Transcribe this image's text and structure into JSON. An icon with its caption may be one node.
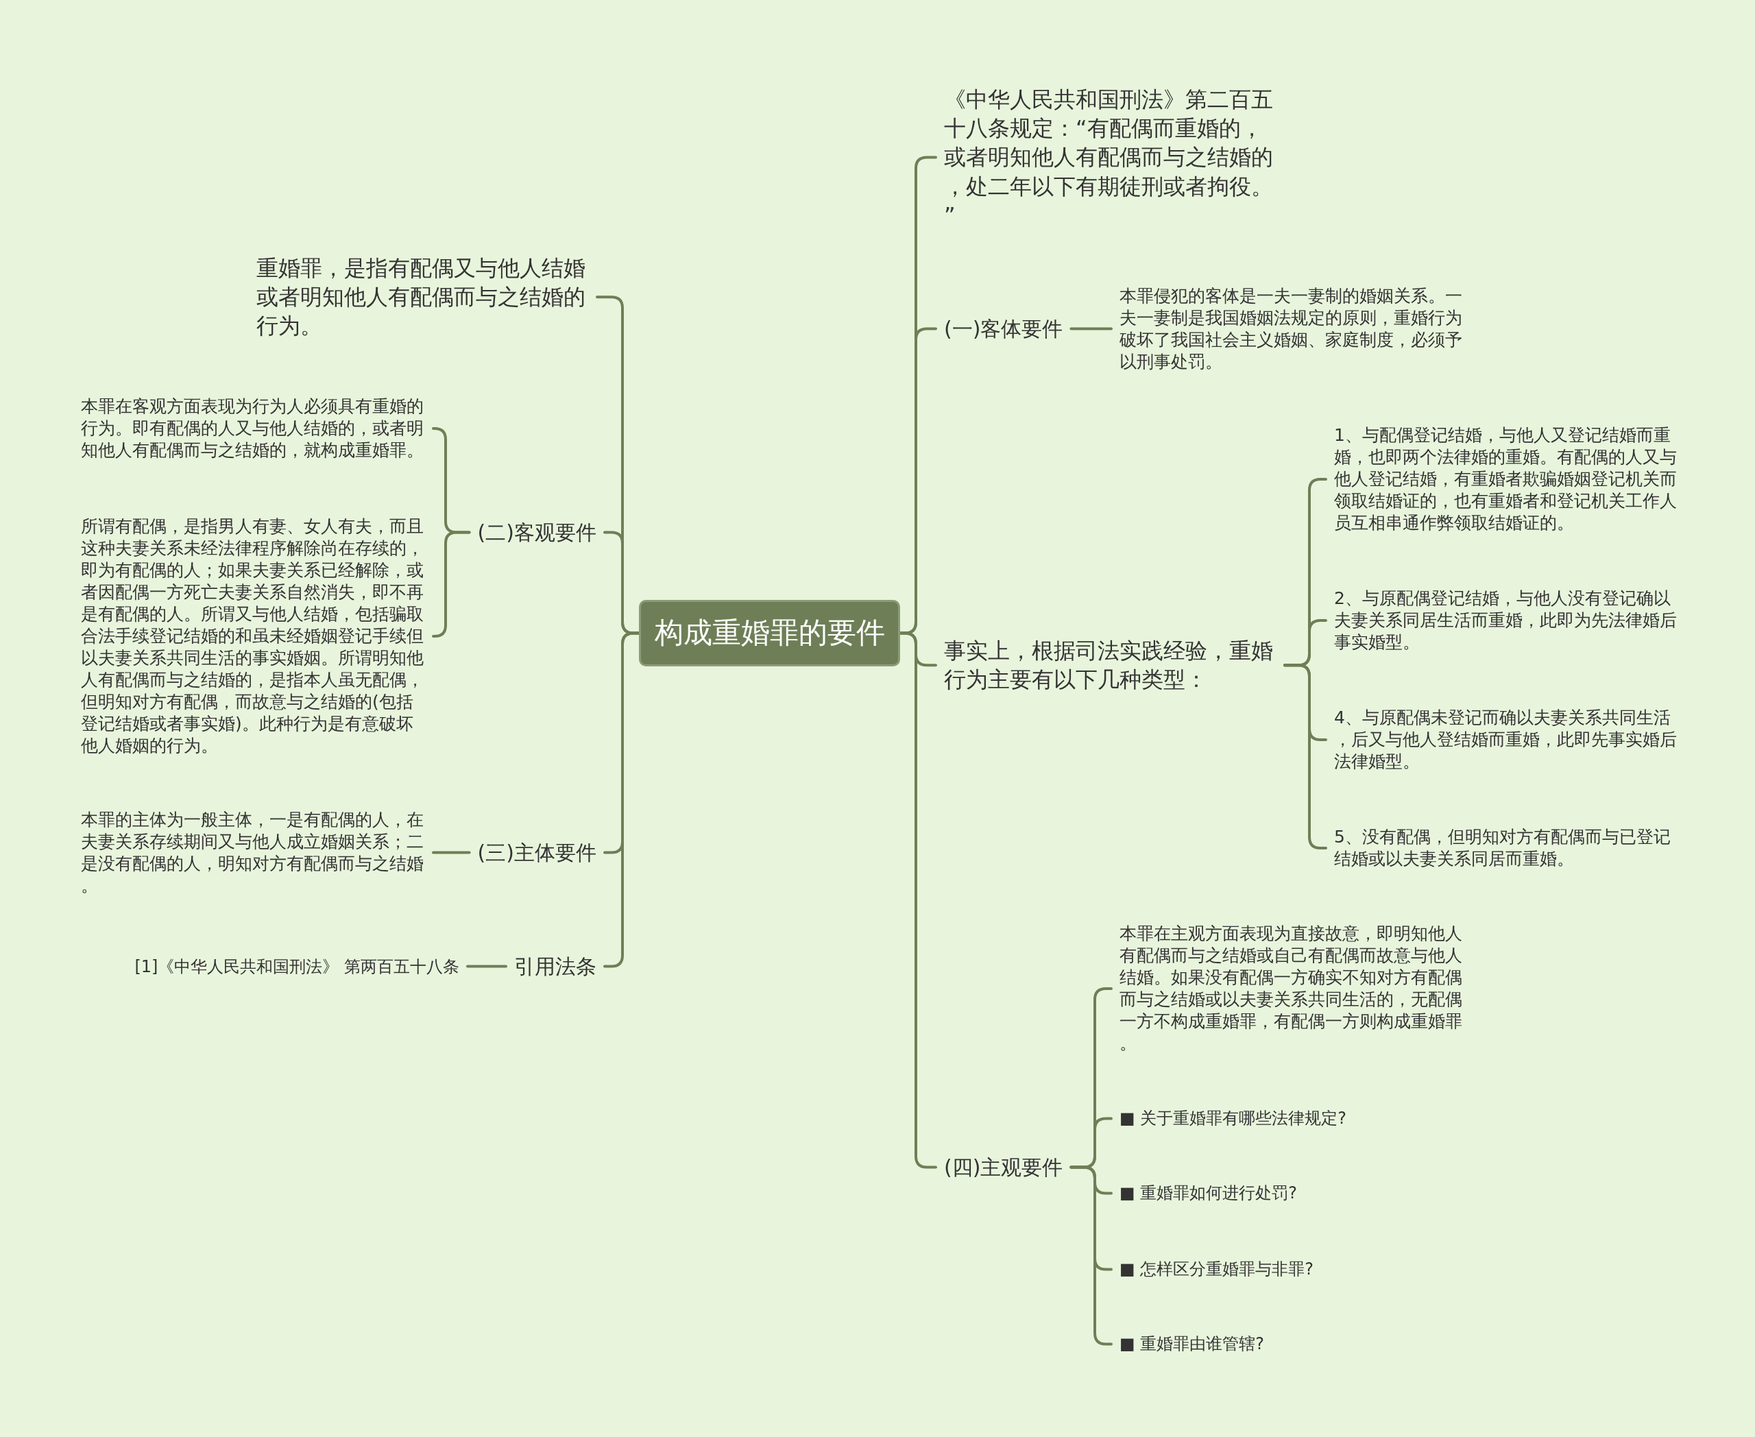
{
  "diagram": {
    "nodes": [
      {
        "text": [
          "构成重婚罪的要件"
        ]
      },
      {
        "text": [
          "重婚罪，是指有配偶又与他人结婚或者明知他人有配偶而与之结婚的行为。"
        ]
      },
      {
        "text": [
          "(二)客观要件"
        ]
      },
      {
        "text": [
          "本罪在客观方面表现为行为人必须具有重婚的行为。即有配偶的人又与他人结婚的，或者明知他人有配偶而与之结婚的，就构成重婚罪。"
        ]
      },
      {
        "text": [
          "所谓有配偶，是指男人有妻、女人有夫，而且这种夫妻关系未经法律程序解除尚在存续的，即为有配偶的人；如果夫妻关系已经解除，或者因配偶一方死亡夫妻关系自然消失，即不再是有配偶的人。所谓又与他人结婚，包括骗取合法手续登记结婚的和虽未经婚姻登记手续但以夫妻关系共同生活的事实婚姻。所谓明知他人有配偶而与之结婚的，是指本人虽无配偶，但明知对方有配偶，而故意与之结婚的(包括登记结婚或者事实婚)。此种行为是有意破坏他人婚姻的行为。"
        ]
      },
      {
        "text": [
          "(三)主体要件"
        ]
      },
      {
        "text": [
          "本罪的主体为一般主体，一是有配偶的人，在夫妻关系存续期间又与他人成立婚姻关系；二是没有配偶的人，明知对方有配偶而与之结婚。"
        ]
      },
      {
        "text": [
          "引用法条"
        ]
      },
      {
        "text": [
          "[1]《中华人民共和国刑法》 第两百五十八条"
        ]
      },
      {
        "text": [
          "《中华人民共和国刑法》第二百五十八条规定：“有配偶而重婚的，或者明知他人有配偶而与之结婚的，处二年以下有期徒刑或者拘役。”"
        ]
      },
      {
        "text": [
          "(一)客体要件"
        ]
      },
      {
        "text": [
          "本罪侵犯的客体是一夫一妻制的婚姻关系。一夫一妻制是我国婚姻法规定的原则，重婚行为破坏了我国社会主义婚姻、家庭制度，必须予以刑事处罚。"
        ]
      },
      {
        "text": [
          "事实上，根据司法实践经验，重婚行为主要有以下几种类型："
        ]
      },
      {
        "text": [
          "1、与配偶登记结婚，与他人又登记结婚而重婚，也即两个法律婚的重婚。有配偶的人又与他人登记结婚，有重婚者欺骗婚姻登记机关而领取结婚证的，也有重婚者和登记机关工作人员互相串通作弊领取结婚证的。"
        ]
      },
      {
        "text": [
          "2、与原配偶登记结婚，与他人没有登记确以夫妻关系同居生活而重婚，此即为先法律婚后事实婚型。"
        ]
      },
      {
        "text": [
          "4、与原配偶未登记而确以夫妻关系共同生活，后又与他人登结婚而重婚，此即先事实婚后法律婚型。"
        ]
      },
      {
        "text": [
          "5、没有配偶，但明知对方有配偶而与已登记结婚或以夫妻关系同居而重婚。"
        ]
      },
      {
        "text": [
          "(四)主观要件"
        ]
      },
      {
        "text": [
          "本罪在主观方面表现为直接故意，即明知他人有配偶而与之结婚或自己有配偶而故意与他人结婚。如果没有配偶一方确实不知对方有配偶而与之结婚或以夫妻关系共同生活的，无配偶一方不构成重婚罪，有配偶一方则构成重婚罪。"
        ]
      },
      {
        "text": [
          "■ 关于重婚罪有哪些法律规定?"
        ]
      },
      {
        "text": [
          "■ 重婚罪如何进行处罚?"
        ]
      },
      {
        "text": [
          "■ 怎样区分重婚罪与非罪?"
        ]
      },
      {
        "text": [
          "■ 重婚罪由谁管辖?"
        ]
      }
    ],
    "edges": [
      {
        "from": 0,
        "to": 1,
        "arrow": "none"
      },
      {
        "from": 0,
        "to": 2,
        "arrow": "none"
      },
      {
        "from": 2,
        "to": 3,
        "arrow": "none"
      },
      {
        "from": 2,
        "to": 4,
        "arrow": "none"
      },
      {
        "from": 0,
        "to": 5,
        "arrow": "none"
      },
      {
        "from": 5,
        "to": 6,
        "arrow": "none"
      },
      {
        "from": 0,
        "to": 7,
        "arrow": "none"
      },
      {
        "from": 7,
        "to": 8,
        "arrow": "none"
      },
      {
        "from": 0,
        "to": 9,
        "arrow": "none"
      },
      {
        "from": 0,
        "to": 10,
        "arrow": "none"
      },
      {
        "from": 10,
        "to": 11,
        "arrow": "none"
      },
      {
        "from": 0,
        "to": 12,
        "arrow": "none"
      },
      {
        "from": 12,
        "to": 13,
        "arrow": "none"
      },
      {
        "from": 12,
        "to": 14,
        "arrow": "none"
      },
      {
        "from": 12,
        "to": 15,
        "arrow": "none"
      },
      {
        "from": 12,
        "to": 16,
        "arrow": "none"
      },
      {
        "from": 0,
        "to": 17,
        "arrow": "none"
      },
      {
        "from": 17,
        "to": 18,
        "arrow": "none"
      },
      {
        "from": 17,
        "to": 19,
        "arrow": "none"
      },
      {
        "from": 17,
        "to": 20,
        "arrow": "none"
      },
      {
        "from": 17,
        "to": 21,
        "arrow": "none"
      },
      {
        "from": 17,
        "to": 22,
        "arrow": "none"
      }
    ]
  }
}
